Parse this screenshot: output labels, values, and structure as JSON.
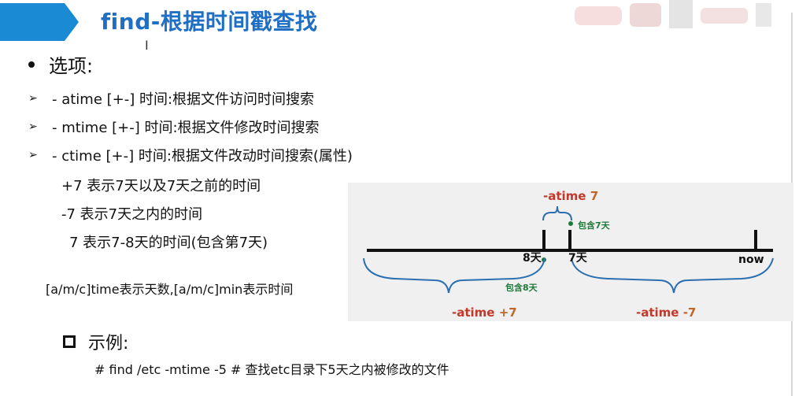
{
  "title": "find-根据时间戳查找",
  "cursor_glyph": "I",
  "section_heading": "选项:",
  "options": [
    "- atime [+-] 时间:根据文件访问时间搜索",
    "- mtime [+-] 时间:根据文件修改时间搜索",
    "- ctime [+-] 时间:根据文件改动时间搜索(属性)"
  ],
  "sub_items": [
    "+7 表示7天以及7天之前的时间",
    "-7 表示7天之内的时间",
    "7 表示7-8天的时间(包含第7天)"
  ],
  "note": "[a/m/c]time表示天数,[a/m/c]min表示时间",
  "diagram": {
    "label_atime_prefix": "-atime",
    "label_atime_value": "7",
    "label_contains_7": "包含7天",
    "tick_8": "8天",
    "tick_7": "7天",
    "tick_now": "now",
    "label_contains_8": "包含8天",
    "label_plus_prefix": "-atime",
    "label_plus_value": "+7",
    "label_minus_prefix": "-atime",
    "label_minus_value": "-7",
    "colors": {
      "orange": "#c0662a",
      "green": "#1e7a3a",
      "red": "#c0392b",
      "brace": "#2b6fb0"
    }
  },
  "example_heading": "示例:",
  "example_command": "# find /etc -mtime -5  # 查找etc目录下5天之内被修改的文件"
}
